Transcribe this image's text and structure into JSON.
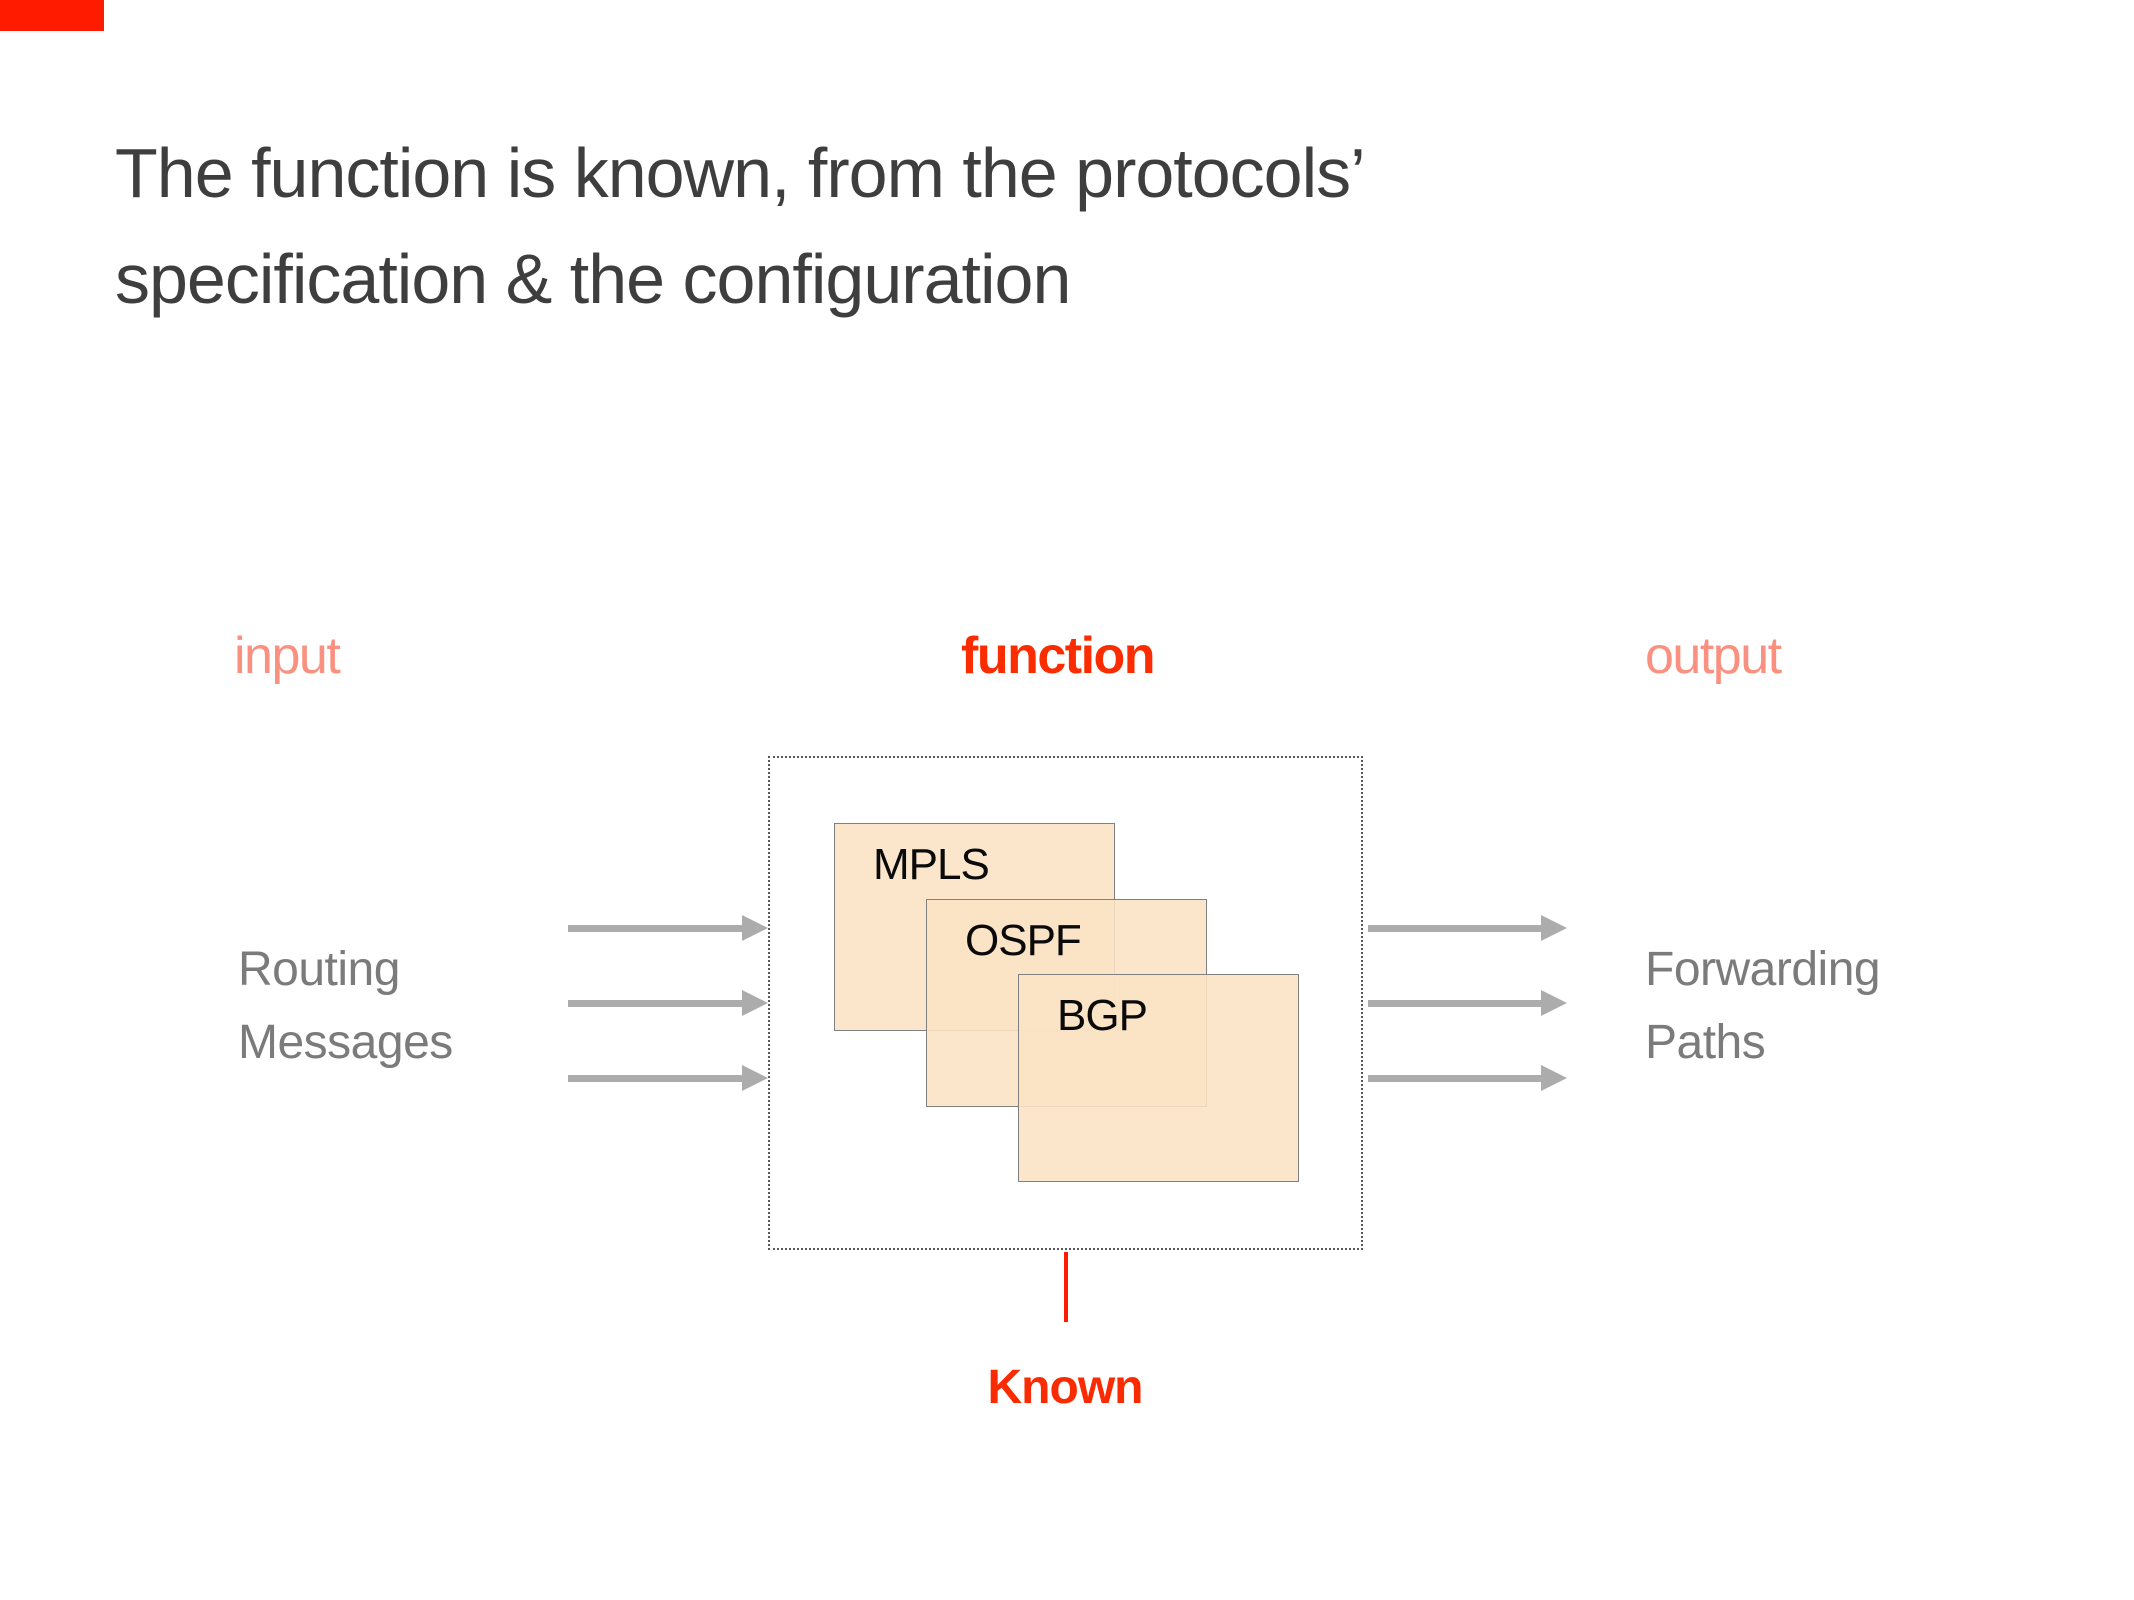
{
  "slide": {
    "title": {
      "line1": "The function is known, from the protocols’",
      "line2": "specification & the configuration"
    },
    "columns": {
      "input": "input",
      "function": "function",
      "output": "output"
    },
    "diagram": {
      "protocols": [
        {
          "name": "MPLS"
        },
        {
          "name": "OSPF"
        },
        {
          "name": "BGP"
        }
      ],
      "input_caption": {
        "line1": "Routing",
        "line2": "Messages"
      },
      "output_caption": {
        "line1": "Forwarding",
        "line2": "Paths"
      },
      "input_arrow_count": 3,
      "output_arrow_count": 3,
      "annotation": "Known"
    },
    "colors": {
      "corner_marker_red": "#ff1b00",
      "accent_red": "#fb2d00",
      "salmon": "#fa9180",
      "title_gray": "#3e3e3e",
      "caption_gray": "#7b7b7b",
      "arrow_gray": "#acacac",
      "protocol_box_fill": "#fbe2c5",
      "protocol_box_border": "#808080",
      "dotted_box_border": "#595959"
    }
  }
}
